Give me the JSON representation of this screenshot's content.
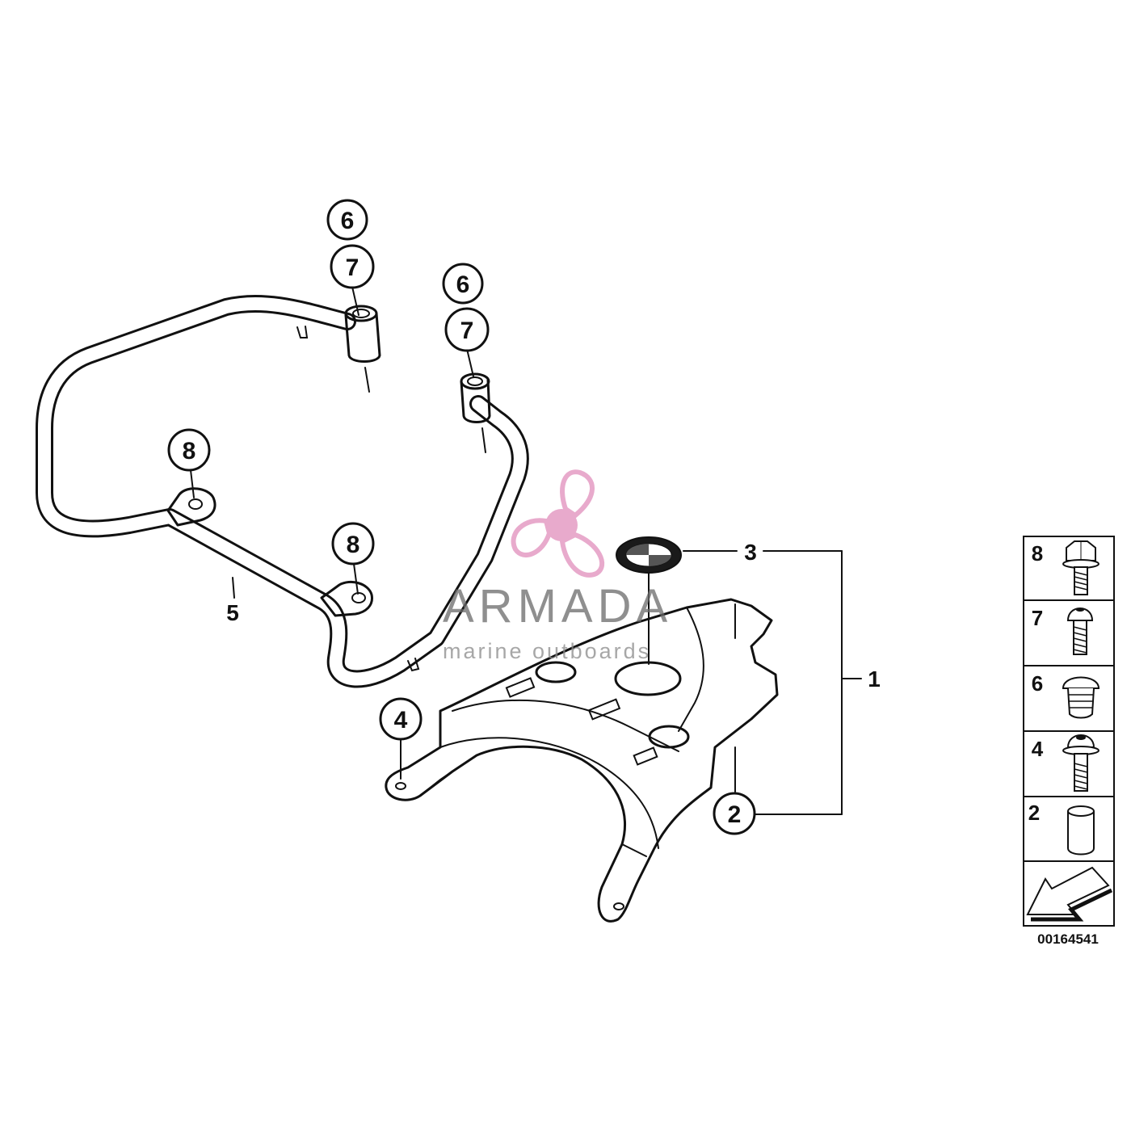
{
  "diagram": {
    "callouts": [
      {
        "id": "callout-6-left",
        "label": "6"
      },
      {
        "id": "callout-7-left",
        "label": "7"
      },
      {
        "id": "callout-6-right",
        "label": "6"
      },
      {
        "id": "callout-7-right",
        "label": "7"
      },
      {
        "id": "callout-8-upper",
        "label": "8"
      },
      {
        "id": "callout-8-lower",
        "label": "8"
      },
      {
        "id": "callout-4",
        "label": "4"
      },
      {
        "id": "callout-2",
        "label": "2"
      }
    ],
    "labels": {
      "part_5": "5",
      "part_3": "3",
      "part_1": "1"
    }
  },
  "legend": {
    "items": [
      {
        "number": "8",
        "icon": "hex-flange-bolt-icon"
      },
      {
        "number": "7",
        "icon": "round-head-screw-icon"
      },
      {
        "number": "6",
        "icon": "rubber-grommet-icon"
      },
      {
        "number": "4",
        "icon": "collar-bolt-icon"
      },
      {
        "number": "2",
        "icon": "spacer-sleeve-icon"
      }
    ],
    "arrow_icon": "direction-arrow-icon",
    "part_number": "00164541"
  },
  "watermark": {
    "brand": "ARMADA",
    "tagline": "marine outboards",
    "logo_icon": "propeller-logo-icon",
    "logo_color": "#e59cc4"
  }
}
